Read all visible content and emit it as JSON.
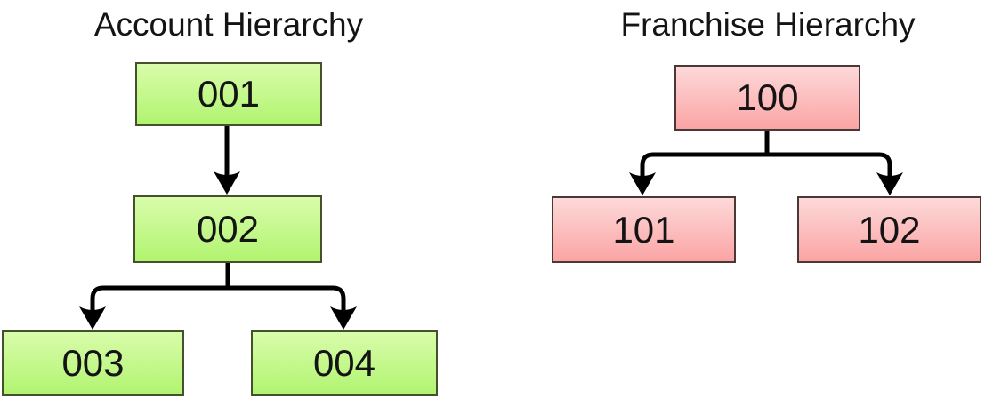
{
  "background": "#ffffff",
  "connector_color": "#000000",
  "text_color": "#141414",
  "diagrams": [
    {
      "title": "Account Hierarchy",
      "fill_top": "#d9fcab",
      "fill_bottom": "#b1f470",
      "border": "#44512c",
      "nodes": [
        {
          "label": "001",
          "level": "root"
        },
        {
          "label": "002",
          "level": "middle"
        },
        {
          "label": "003",
          "level": "leaf"
        },
        {
          "label": "004",
          "level": "leaf"
        }
      ],
      "edges": [
        [
          "001",
          "002"
        ],
        [
          "002",
          "003"
        ],
        [
          "002",
          "004"
        ]
      ]
    },
    {
      "title": "Franchise Hierarchy",
      "fill_top": "#fdd9d9",
      "fill_bottom": "#fba4a4",
      "border": "#4c3737",
      "nodes": [
        {
          "label": "100",
          "level": "root"
        },
        {
          "label": "101",
          "level": "leaf"
        },
        {
          "label": "102",
          "level": "leaf"
        }
      ],
      "edges": [
        [
          "100",
          "101"
        ],
        [
          "100",
          "102"
        ]
      ]
    }
  ]
}
